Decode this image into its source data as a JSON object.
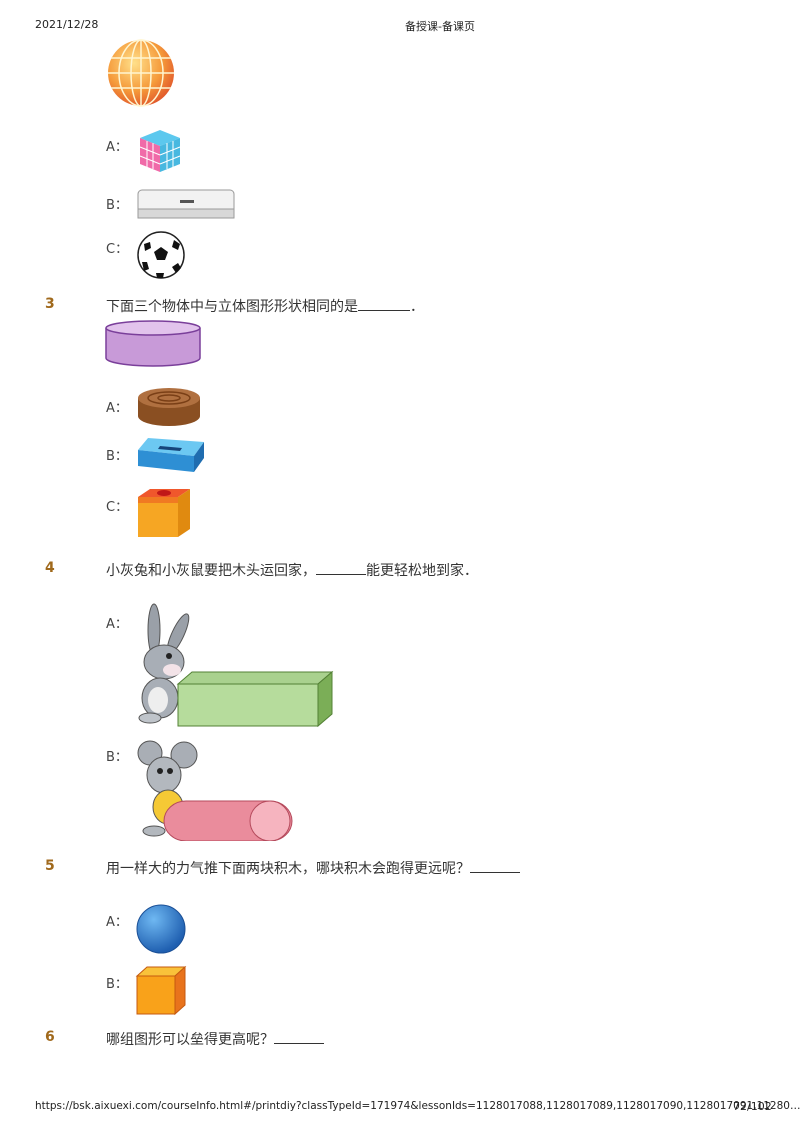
{
  "header": {
    "date": "2021/12/28",
    "title": "备授课-备课页"
  },
  "footer": {
    "url": "https://bsk.aixuexi.com/courseInfo.html#/printdiy?classTypeId=171974&lessonIds=1128017088,1128017089,1128017090,1128017091,11280…",
    "page": "72/102"
  },
  "question_2_options": [
    "A：",
    "B：",
    "C："
  ],
  "questions": [
    {
      "number": "3",
      "text_before": "下面三个物体中与立体图形形状相同的是",
      "text_after": "．",
      "options": [
        "A：",
        "B：",
        "C："
      ]
    },
    {
      "number": "4",
      "text_before": "小灰兔和小灰鼠要把木头运回家，",
      "text_after": "能更轻松地到家．",
      "options": [
        "A：",
        "B："
      ]
    },
    {
      "number": "5",
      "text_before": "用一样大的力气推下面两块积木，哪块积木会跑得更远呢？",
      "text_after": "",
      "options": [
        "A：",
        "B："
      ]
    },
    {
      "number": "6",
      "text_before": "哪组图形可以垒得更高呢？",
      "text_after": "",
      "options": []
    }
  ],
  "colors": {
    "question_number": "#a0691c",
    "text": "#333333"
  }
}
